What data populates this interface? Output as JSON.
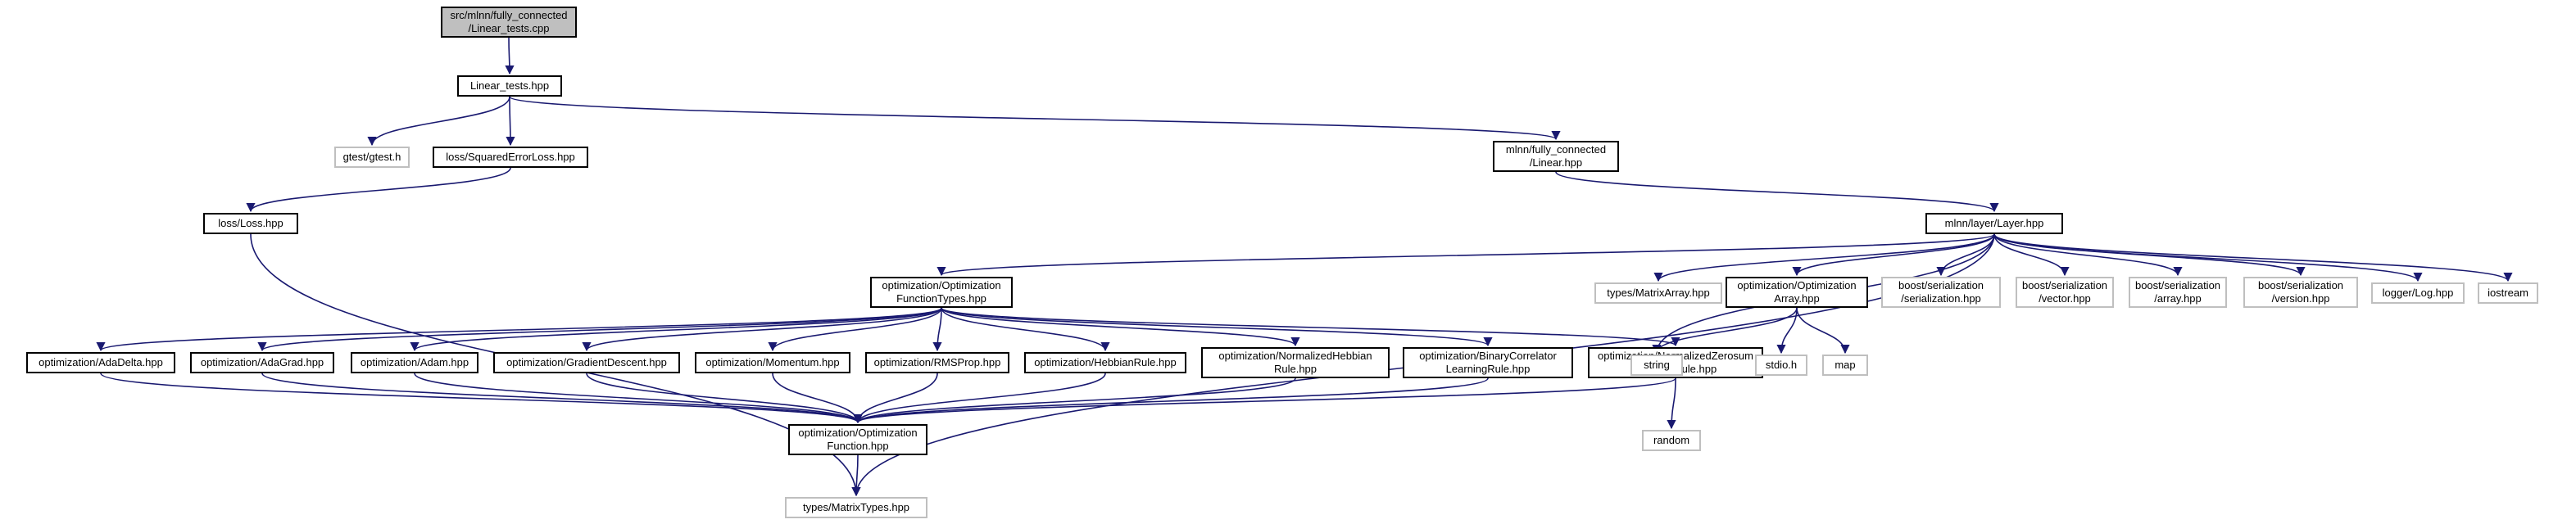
{
  "colors": {
    "edge": "#191970",
    "root_fill": "#bfbfbf",
    "border": "#000000",
    "external_border": "#bfbfbf"
  },
  "nodes": [
    {
      "id": "linear_tests_cpp",
      "label": "src/mlnn/fully_connected\n/Linear_tests.cpp",
      "kind": "root"
    },
    {
      "id": "linear_tests_hpp",
      "label": "Linear_tests.hpp",
      "kind": "internal"
    },
    {
      "id": "gtest",
      "label": "gtest/gtest.h",
      "kind": "external"
    },
    {
      "id": "squared_error",
      "label": "loss/SquaredErrorLoss.hpp",
      "kind": "internal"
    },
    {
      "id": "fc_linear",
      "label": "mlnn/fully_connected\n/Linear.hpp",
      "kind": "internal"
    },
    {
      "id": "loss",
      "label": "loss/Loss.hpp",
      "kind": "internal"
    },
    {
      "id": "layer",
      "label": "mlnn/layer/Layer.hpp",
      "kind": "internal"
    },
    {
      "id": "opt_types",
      "label": "optimization/Optimization\nFunctionTypes.hpp",
      "kind": "internal"
    },
    {
      "id": "matrix_array",
      "label": "types/MatrixArray.hpp",
      "kind": "external"
    },
    {
      "id": "opt_array",
      "label": "optimization/Optimization\nArray.hpp",
      "kind": "internal"
    },
    {
      "id": "ser_serialization",
      "label": "boost/serialization\n/serialization.hpp",
      "kind": "external"
    },
    {
      "id": "ser_vector",
      "label": "boost/serialization\n/vector.hpp",
      "kind": "external"
    },
    {
      "id": "ser_array",
      "label": "boost/serialization\n/array.hpp",
      "kind": "external"
    },
    {
      "id": "ser_version",
      "label": "boost/serialization\n/version.hpp",
      "kind": "external"
    },
    {
      "id": "logger",
      "label": "logger/Log.hpp",
      "kind": "external"
    },
    {
      "id": "iostream",
      "label": "iostream",
      "kind": "external"
    },
    {
      "id": "adadelta",
      "label": "optimization/AdaDelta.hpp",
      "kind": "internal"
    },
    {
      "id": "adagrad",
      "label": "optimization/AdaGrad.hpp",
      "kind": "internal"
    },
    {
      "id": "adam",
      "label": "optimization/Adam.hpp",
      "kind": "internal"
    },
    {
      "id": "gradient_descent",
      "label": "optimization/GradientDescent.hpp",
      "kind": "internal"
    },
    {
      "id": "momentum",
      "label": "optimization/Momentum.hpp",
      "kind": "internal"
    },
    {
      "id": "rmsprop",
      "label": "optimization/RMSProp.hpp",
      "kind": "internal"
    },
    {
      "id": "hebbian",
      "label": "optimization/HebbianRule.hpp",
      "kind": "internal"
    },
    {
      "id": "norm_hebbian",
      "label": "optimization/NormalizedHebbian\nRule.hpp",
      "kind": "internal"
    },
    {
      "id": "binary_correlator",
      "label": "optimization/BinaryCorrelator\nLearningRule.hpp",
      "kind": "internal"
    },
    {
      "id": "norm_zerosum",
      "label": "optimization/NormalizedZerosum\nHebbianRule.hpp",
      "kind": "internal"
    },
    {
      "id": "string",
      "label": "string",
      "kind": "external"
    },
    {
      "id": "stdio",
      "label": "stdio.h",
      "kind": "external"
    },
    {
      "id": "map",
      "label": "map",
      "kind": "external"
    },
    {
      "id": "random",
      "label": "random",
      "kind": "external"
    },
    {
      "id": "opt_function",
      "label": "optimization/Optimization\nFunction.hpp",
      "kind": "internal"
    },
    {
      "id": "matrix_types",
      "label": "types/MatrixTypes.hpp",
      "kind": "external"
    }
  ],
  "edges": [
    [
      "linear_tests_cpp",
      "linear_tests_hpp"
    ],
    [
      "linear_tests_hpp",
      "gtest"
    ],
    [
      "linear_tests_hpp",
      "squared_error"
    ],
    [
      "linear_tests_hpp",
      "fc_linear"
    ],
    [
      "squared_error",
      "loss"
    ],
    [
      "loss",
      "matrix_types"
    ],
    [
      "fc_linear",
      "layer"
    ],
    [
      "layer",
      "opt_types"
    ],
    [
      "layer",
      "matrix_array"
    ],
    [
      "layer",
      "opt_array"
    ],
    [
      "layer",
      "ser_serialization"
    ],
    [
      "layer",
      "ser_vector"
    ],
    [
      "layer",
      "ser_array"
    ],
    [
      "layer",
      "ser_version"
    ],
    [
      "layer",
      "logger"
    ],
    [
      "layer",
      "iostream"
    ],
    [
      "layer",
      "string"
    ],
    [
      "layer",
      "matrix_types"
    ],
    [
      "opt_types",
      "adadelta"
    ],
    [
      "opt_types",
      "adagrad"
    ],
    [
      "opt_types",
      "adam"
    ],
    [
      "opt_types",
      "gradient_descent"
    ],
    [
      "opt_types",
      "momentum"
    ],
    [
      "opt_types",
      "rmsprop"
    ],
    [
      "opt_types",
      "hebbian"
    ],
    [
      "opt_types",
      "norm_hebbian"
    ],
    [
      "opt_types",
      "binary_correlator"
    ],
    [
      "opt_types",
      "norm_zerosum"
    ],
    [
      "opt_array",
      "string"
    ],
    [
      "opt_array",
      "stdio"
    ],
    [
      "opt_array",
      "map"
    ],
    [
      "adadelta",
      "opt_function"
    ],
    [
      "adagrad",
      "opt_function"
    ],
    [
      "adam",
      "opt_function"
    ],
    [
      "gradient_descent",
      "opt_function"
    ],
    [
      "momentum",
      "opt_function"
    ],
    [
      "rmsprop",
      "opt_function"
    ],
    [
      "hebbian",
      "opt_function"
    ],
    [
      "norm_hebbian",
      "opt_function"
    ],
    [
      "binary_correlator",
      "opt_function"
    ],
    [
      "norm_zerosum",
      "opt_function"
    ],
    [
      "norm_zerosum",
      "random"
    ],
    [
      "opt_function",
      "matrix_types"
    ]
  ]
}
